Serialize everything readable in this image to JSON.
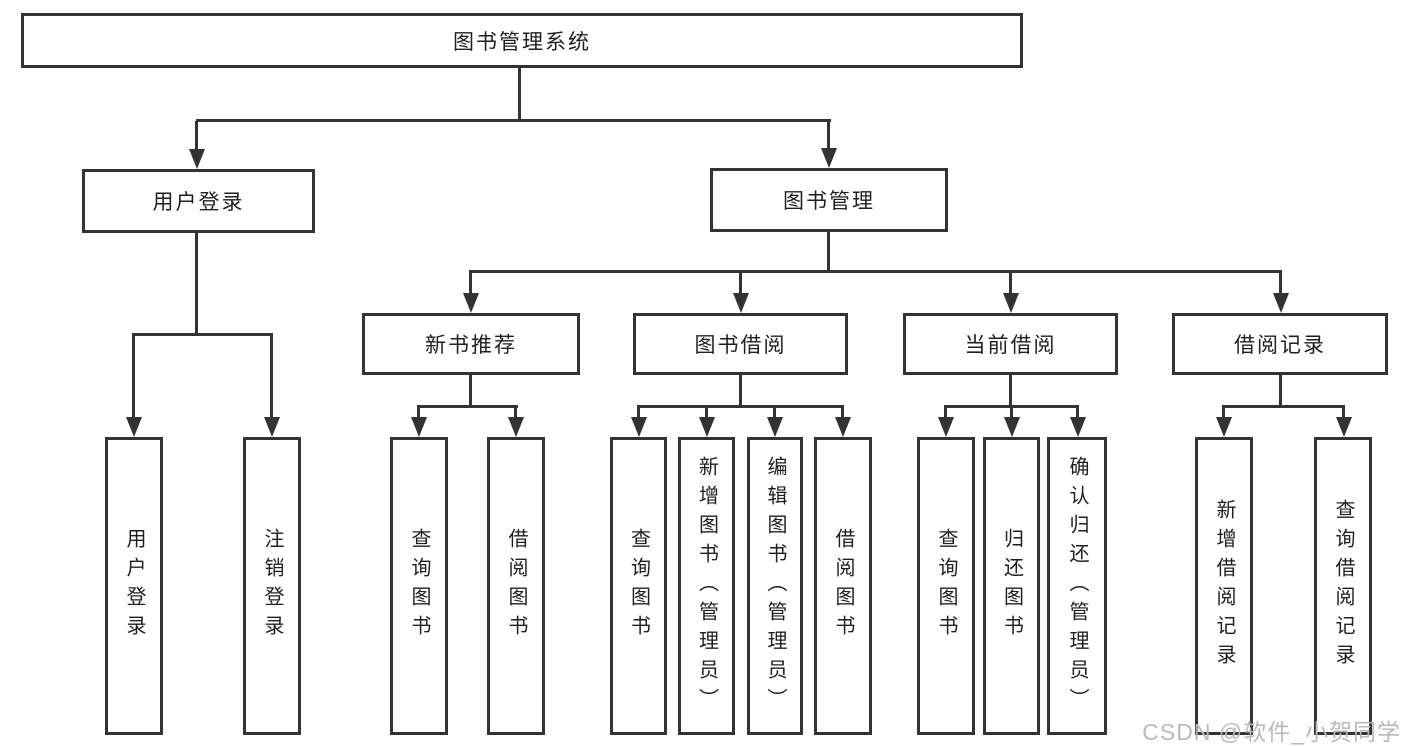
{
  "diagram": {
    "type": "function-structure-tree",
    "colors": {
      "line": "#333333",
      "text": "#1f1f1f",
      "box_background": "#ffffff",
      "watermark": "#b9b9b9",
      "page_background": "#ffffff"
    },
    "tree": {
      "label": "图书管理系统",
      "children": [
        {
          "label": "用户登录",
          "children": [
            {
              "label": "用户登录"
            },
            {
              "label": "注销登录"
            }
          ]
        },
        {
          "label": "图书管理",
          "children": [
            {
              "label": "新书推荐",
              "children": [
                {
                  "label": "查询图书"
                },
                {
                  "label": "借阅图书"
                }
              ]
            },
            {
              "label": "图书借阅",
              "children": [
                {
                  "label": "查询图书"
                },
                {
                  "label": "新增图书（管理员）"
                },
                {
                  "label": "编辑图书（管理员）"
                },
                {
                  "label": "借阅图书"
                }
              ]
            },
            {
              "label": "当前借阅",
              "children": [
                {
                  "label": "查询图书"
                },
                {
                  "label": "归还图书"
                },
                {
                  "label": "确认归还（管理员）"
                }
              ]
            },
            {
              "label": "借阅记录",
              "children": [
                {
                  "label": "新增借阅记录"
                },
                {
                  "label": "查询借阅记录"
                }
              ]
            }
          ]
        }
      ]
    },
    "watermark": "CSDN @软件_小贺同学"
  }
}
